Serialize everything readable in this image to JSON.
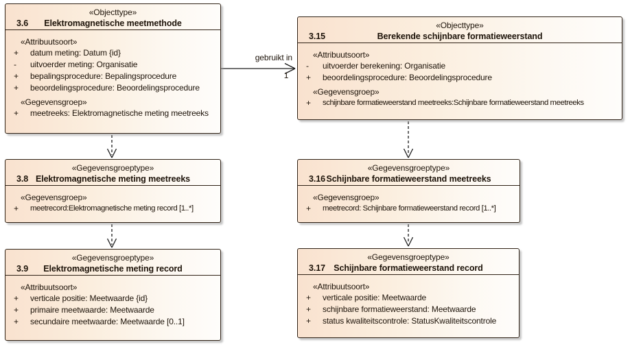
{
  "colors": {
    "box_fill_left": "#f9e2cf",
    "box_fill_right": "#fefdfb",
    "box_border": "#2f2115",
    "line": "#1a1a1a",
    "background": "#ffffff"
  },
  "connector": {
    "label": "gebruikt in",
    "multiplicity": "1"
  },
  "boxes": [
    {
      "stereotype": "«Objecttype»",
      "number": "3.6",
      "name": "Elektromagnetische meetmethode",
      "rows": [
        {
          "kind": "group",
          "text": "«Attribuutsoort»"
        },
        {
          "kind": "attr",
          "sign": "+",
          "text": "datum meting: Datum {id}"
        },
        {
          "kind": "attr",
          "sign": "-",
          "text": "uitvoerder meting: Organisatie"
        },
        {
          "kind": "attr",
          "sign": "+",
          "text": "bepalingsprocedure: Bepalingsprocedure"
        },
        {
          "kind": "attr",
          "sign": "+",
          "text": "beoordelingsprocedure: Beoordelingsprocedure"
        },
        {
          "kind": "group",
          "text": "«Gegevensgroep»"
        },
        {
          "kind": "attr",
          "sign": "+",
          "text": "meetreeks: Elektromagnetische meting meetreeks"
        }
      ]
    },
    {
      "stereotype": "«Objecttype»",
      "number": "3.15",
      "name": "Berekende schijnbare formatieweerstand",
      "rows": [
        {
          "kind": "group",
          "text": "«Attribuutsoort»"
        },
        {
          "kind": "attr",
          "sign": "-",
          "text": "uitvoerder berekening: Organisatie"
        },
        {
          "kind": "attr",
          "sign": "+",
          "text": "beoordelingsprocedure: Beoordelingsprocedure"
        },
        {
          "kind": "group",
          "text": "«Gegevensgroep»"
        },
        {
          "kind": "attr",
          "sign": "+",
          "text": "schijnbare formatieweerstand meetreeks:Schijnbare formatieweerstand meetreeks"
        }
      ]
    },
    {
      "stereotype": "«Gegevensgroeptype»",
      "number": "3.8",
      "name": "Elektromagnetische meting meetreeks",
      "rows": [
        {
          "kind": "group",
          "text": "«Gegevensgroep»"
        },
        {
          "kind": "attr",
          "sign": "+",
          "text": "meetrecord:Elektromagnetische meting record [1..*]"
        }
      ]
    },
    {
      "stereotype": "«Gegevensgroeptype»",
      "number": "3.16",
      "name": "Schijnbare formatieweerstand meetreeks",
      "rows": [
        {
          "kind": "group",
          "text": "«Gegevensgroep»"
        },
        {
          "kind": "attr",
          "sign": "+",
          "text": "meetrecord: Schijnbare formatieweerstand record [1..*]"
        }
      ]
    },
    {
      "stereotype": "«Gegevensgroeptype»",
      "number": "3.9",
      "name": "Elektromagnetische meting record",
      "rows": [
        {
          "kind": "group",
          "text": "«Attribuutsoort»"
        },
        {
          "kind": "attr",
          "sign": "+",
          "text": "verticale positie: Meetwaarde {id}"
        },
        {
          "kind": "attr",
          "sign": "+",
          "text": "primaire meetwaarde: Meetwaarde"
        },
        {
          "kind": "attr",
          "sign": "+",
          "text": "secundaire meetwaarde: Meetwaarde [0..1]"
        }
      ]
    },
    {
      "stereotype": "«Gegevensgroeptype»",
      "number": "3.17",
      "name": "Schijnbare formatieweerstand record",
      "rows": [
        {
          "kind": "group",
          "text": "«Attribuutsoort»"
        },
        {
          "kind": "attr",
          "sign": "+",
          "text": "verticale positie: Meetwaarde"
        },
        {
          "kind": "attr",
          "sign": "+",
          "text": "schijnbare formatieweerstand: Meetwaarde"
        },
        {
          "kind": "attr",
          "sign": "+",
          "text": "status kwaliteitscontrole: StatusKwaliteitscontrole"
        }
      ]
    }
  ]
}
